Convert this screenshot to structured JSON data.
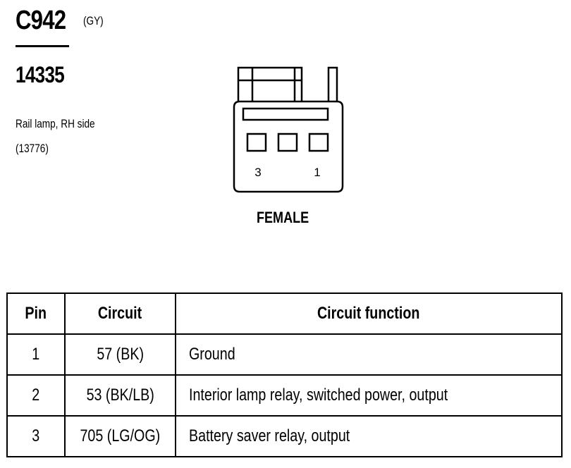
{
  "connector": {
    "id": "C942",
    "color_code": "(GY)",
    "part_number": "14335",
    "description_line1": "Rail lamp, RH side",
    "description_line2": "(13776)"
  },
  "diagram": {
    "pin_labels": {
      "left": "3",
      "right": "1"
    },
    "gender": "FEMALE"
  },
  "pin_table": {
    "headers": {
      "pin": "Pin",
      "circuit": "Circuit",
      "function": "Circuit function"
    },
    "rows": [
      {
        "pin": "1",
        "circuit": "57 (BK)",
        "function": "Ground"
      },
      {
        "pin": "2",
        "circuit": "53 (BK/LB)",
        "function": "Interior lamp relay, switched power, output"
      },
      {
        "pin": "3",
        "circuit": "705 (LG/OG)",
        "function": "Battery saver relay, output"
      }
    ]
  }
}
